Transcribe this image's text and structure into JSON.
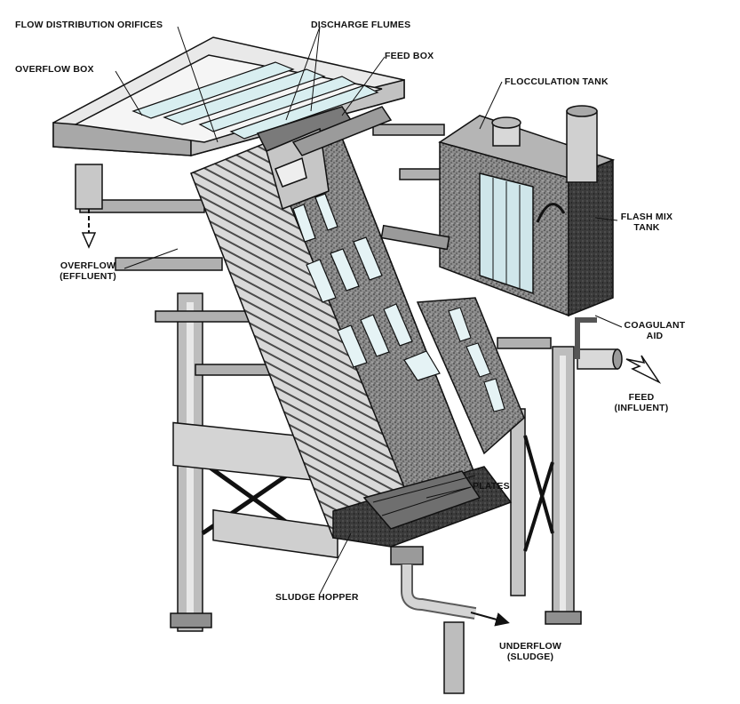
{
  "labels": {
    "flow_distribution_orifices": "FLOW DISTRIBUTION ORIFICES",
    "discharge_flumes": "DISCHARGE FLUMES",
    "feed_box": "FEED BOX",
    "overflow_box": "OVERFLOW BOX",
    "flocculation_tank": "FLOCCULATION TANK",
    "flash_mix_tank_line1": "FLASH MIX",
    "flash_mix_tank_line2": "TANK",
    "overflow_line1": "OVERFLOW",
    "overflow_line2": "(EFFLUENT)",
    "coagulant_aid_line1": "COAGULANT",
    "coagulant_aid_line2": "AID",
    "feed_line1": "FEED",
    "feed_line2": "(INFLUENT)",
    "plates": "PLATES",
    "sludge_hopper": "SLUDGE HOPPER",
    "underflow_line1": "UNDERFLOW",
    "underflow_line2": "(SLUDGE)"
  },
  "colors": {
    "ink": "#111111",
    "water": "#dfeef0",
    "metal": "#9a9a9a",
    "dark_metal": "#3a3a3a",
    "background": "#ffffff"
  }
}
